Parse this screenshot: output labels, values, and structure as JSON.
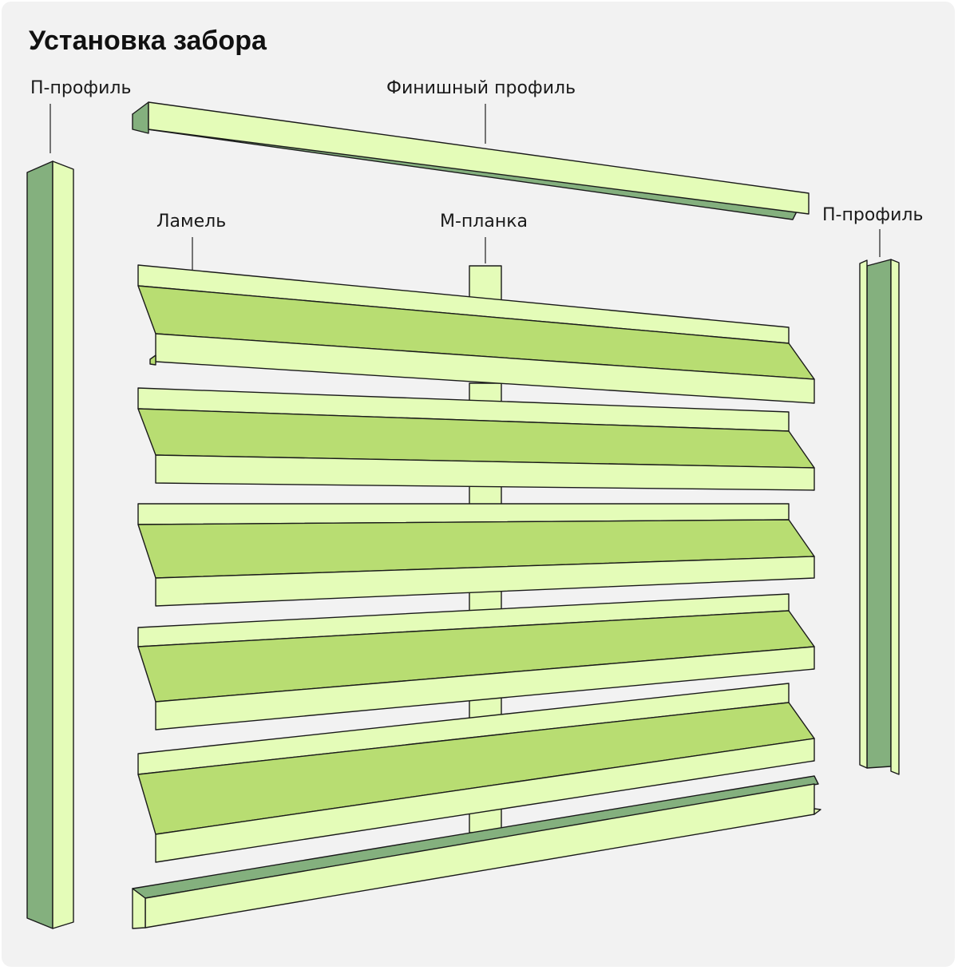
{
  "title": "Установка забора",
  "labels": {
    "p_profile_left": "П-профиль",
    "finish_profile": "Финишный профиль",
    "lamel": "Ламель",
    "m_planka": "М-планка",
    "p_profile_right": "П-профиль"
  },
  "colors": {
    "light": "#e4fcb8",
    "mid": "#b8dd72",
    "dark": "#84b07e",
    "stroke": "#1a1a1a",
    "background": "#f2f2f2"
  }
}
